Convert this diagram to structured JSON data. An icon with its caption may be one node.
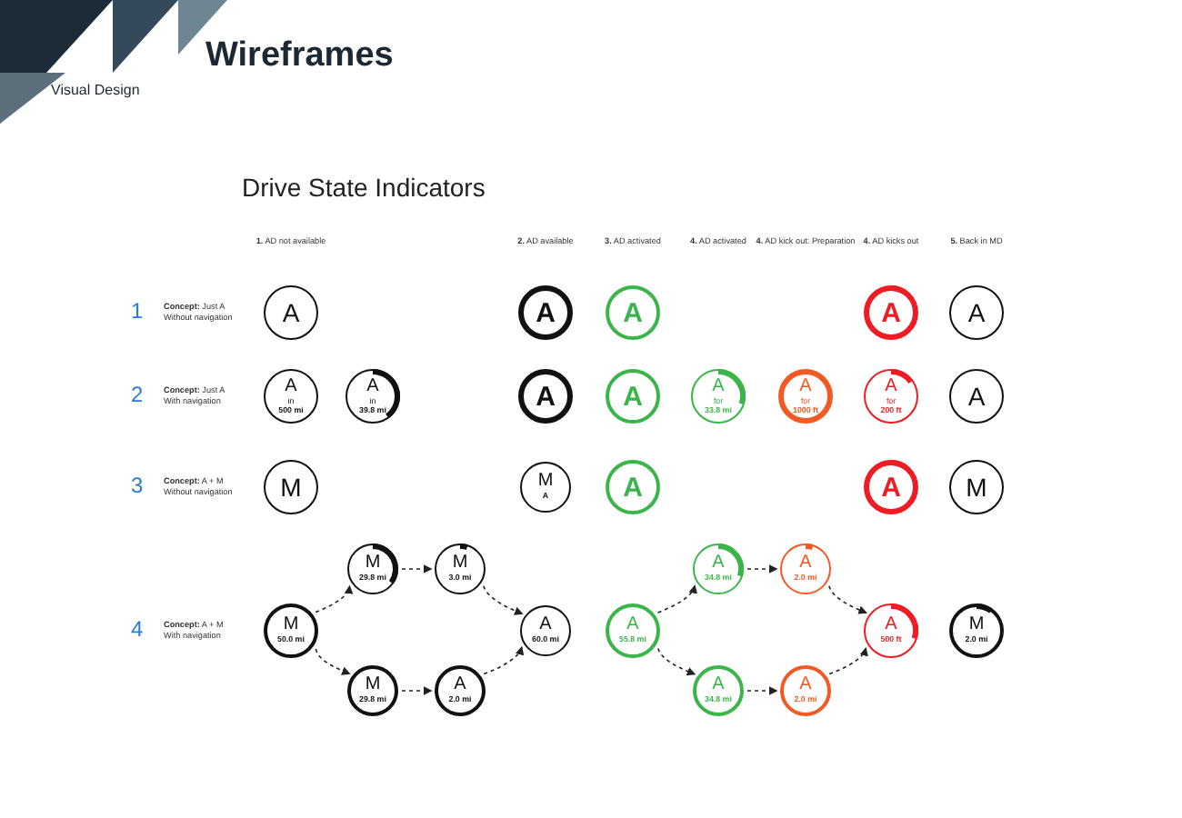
{
  "diagram": {
    "title": "Wireframes",
    "nodes": [
      {
        "text": [
          "A"
        ]
      },
      {
        "text": [
          "A"
        ]
      },
      {
        "text": [
          "A"
        ]
      },
      {
        "text": [
          "A"
        ]
      },
      {
        "text": [
          "A"
        ]
      },
      {
        "text": [
          "A",
          "in",
          "500 mi"
        ]
      },
      {
        "text": [
          "A",
          "in",
          "39.8 mi"
        ]
      },
      {
        "text": [
          "A"
        ]
      },
      {
        "text": [
          "A"
        ]
      },
      {
        "text": [
          "A",
          "for",
          "33.8 mi"
        ]
      },
      {
        "text": [
          "A",
          "for",
          "1000 ft"
        ]
      },
      {
        "text": [
          "A",
          "for",
          "200 ft"
        ]
      },
      {
        "text": [
          "A"
        ]
      },
      {
        "text": [
          "M"
        ]
      },
      {
        "text": [
          "M",
          "A"
        ]
      },
      {
        "text": [
          "A"
        ]
      },
      {
        "text": [
          "A"
        ]
      },
      {
        "text": [
          "M"
        ]
      },
      {
        "text": [
          "M",
          "29.8 mi"
        ]
      },
      {
        "text": [
          "M",
          "3.0 mi"
        ]
      },
      {
        "text": [
          "A",
          "34.8 mi"
        ]
      },
      {
        "text": [
          "A",
          "2.0 mi"
        ]
      },
      {
        "text": [
          "M",
          "50.0 mi"
        ]
      },
      {
        "text": [
          "A",
          "60.0 mi"
        ]
      },
      {
        "text": [
          "A",
          "55.8 mi"
        ]
      },
      {
        "text": [
          "A",
          "500 ft"
        ]
      },
      {
        "text": [
          "M",
          "2.0 mi"
        ]
      },
      {
        "text": [
          "M",
          "29.8 mi"
        ]
      },
      {
        "text": [
          "A",
          "2.0 mi"
        ]
      },
      {
        "text": [
          "A",
          "34.8 mi"
        ]
      },
      {
        "text": [
          "A",
          "2.0 mi"
        ]
      }
    ],
    "edges": [
      {
        "from": 22,
        "to": 18,
        "arrow": "to",
        "style": "dashed"
      },
      {
        "from": 18,
        "to": 19,
        "arrow": "to",
        "style": "dashed"
      },
      {
        "from": 19,
        "to": 23,
        "arrow": "to",
        "style": "dashed"
      },
      {
        "from": 22,
        "to": 27,
        "arrow": "to",
        "style": "dashed"
      },
      {
        "from": 27,
        "to": 28,
        "arrow": "to",
        "style": "dashed"
      },
      {
        "from": 28,
        "to": 23,
        "arrow": "to",
        "style": "dashed"
      },
      {
        "from": 24,
        "to": 20,
        "arrow": "to",
        "style": "dashed"
      },
      {
        "from": 20,
        "to": 21,
        "arrow": "to",
        "style": "dashed"
      },
      {
        "from": 21,
        "to": 25,
        "arrow": "to",
        "style": "dashed"
      },
      {
        "from": 24,
        "to": 29,
        "arrow": "to",
        "style": "dashed"
      },
      {
        "from": 29,
        "to": 30,
        "arrow": "to",
        "style": "dashed"
      },
      {
        "from": 30,
        "to": 25,
        "arrow": "to",
        "style": "dashed"
      }
    ],
    "labels": [
      "Visual Design",
      "Drive State Indicators",
      "**1.** AD not available",
      "**2.** AD available",
      "**3.** AD activated",
      "**4.** AD activated",
      "**4.** AD kick out: Preparation",
      "**4.** AD kicks out",
      "**5.** Back in MD",
      "1",
      "**Concept:** Just A Without navigation",
      "2",
      "**Concept:** Just A With navigation",
      "3",
      "**Concept:** A + M Without navigation",
      "4",
      "**Concept:** A + M With navigation"
    ]
  }
}
